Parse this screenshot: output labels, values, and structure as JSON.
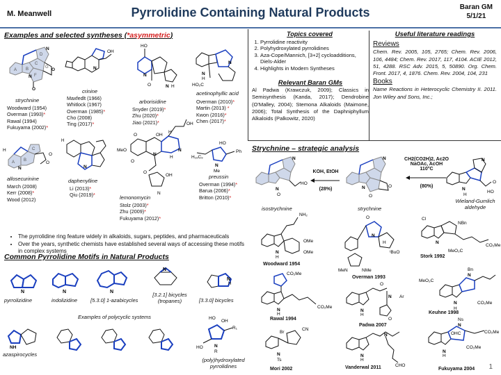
{
  "header": {
    "author": "M. Meanwell",
    "title": "Pyrrolidine Containing Natural Products",
    "group": "Baran GM",
    "date": "5/1/21",
    "page_number": "1"
  },
  "examples": {
    "heading_prefix": "Examples and selected syntheses (",
    "heading_star": "*asymmetric",
    "heading_suffix": ")",
    "strychnine": {
      "name": "strychnine",
      "refs": [
        "Woodward (1954)",
        "Overman (1993)*",
        "Rawal (1994)",
        "Fukuyama (2002)*"
      ]
    },
    "crinine": {
      "name": "crinine",
      "refs": [
        "Maxfedlt (1966)",
        "Whitlock (1967)",
        "Overman (1985)*",
        "Cho (2008)",
        "Ting (2017)*"
      ]
    },
    "arborisidine": {
      "name": "arborisidine",
      "refs": [
        "Snyder (2019)*",
        "Zhu (2020)*",
        "Jiao (2021)*"
      ]
    },
    "acetinophyllic": {
      "name": "acetinophyllic acid",
      "refs": [
        "Overman (2010)*",
        "Martin (2013) *",
        "Kwon (2016)*",
        "Chen (2017)*"
      ]
    },
    "allosecurinine": {
      "name": "allosecurinine",
      "refs": [
        "March (2008)",
        "Kerr (2008)*",
        "Wood (2012)"
      ]
    },
    "daphenylline": {
      "name": "daphenylline",
      "refs": [
        "Li (2013)*",
        "Qiu (2019)*"
      ]
    },
    "lemonomycin": {
      "name": "lemonomycin",
      "refs": [
        "Stolz (2003)*",
        "Zhu (2009)*",
        "Fukuyama (2012)*"
      ]
    },
    "preussin": {
      "name": "preussin",
      "refs": [
        "Overman (1994)*",
        "Barua (2006)*",
        "Britton (2010)*"
      ]
    }
  },
  "topics": {
    "heading": "Topics covered",
    "items": [
      "Pyrrolidine reactivity",
      "Polyhydroxylated pyrrolidines",
      "Aza-Cope/Mannich, [3+2] cycloadditions, Diels-Alder",
      "Highlights in Modern Syntheses"
    ]
  },
  "literature": {
    "heading": "Useful literature readings",
    "reviews_label": "Reviews",
    "reviews_text": "Chem. Rev. 2005, 105, 2765; Chem. Rev. 2006, 106, 4484; Chem. Rev. 2017, 117, 4104. ACIE 2012, 51, 4288. RSC Adv. 2015, 5, 50890. Org. Chem. Front. 2017, 4, 1876. Chem. Rev. 2004, 104, 231",
    "books_label": "Books",
    "books_text": "Name Reactions in Heterocyclic Chemistry II. 2011. Jon Wiley and Sons, Inc.;"
  },
  "gms": {
    "heading": "Relevant Baran GMs",
    "text": "Al Padwa (Krawczuk, 2009); Classics in Semisynthesis (Kanda, 2017); Dendrobine (O'Malley, 2004); Stemona Alkaloids (Maimone, 2006); Total Synthesis of the Daphniphyllum Alkaloids (Palkowitz, 2020)"
  },
  "strategic": {
    "heading": "Strychnine – strategic analysis",
    "isostrychnine": "isostrychnine",
    "strychnine": "strychnine",
    "wieland": "Wieland-Gumlich aldehyde",
    "arrow1_label": "KOH, EtOH",
    "arrow1_yield": "(28%)",
    "arrow2_label1": "CH2(CO2H)2, Ac2O",
    "arrow2_label2": "NaOAc, AcOH",
    "arrow2_label3": "110°C",
    "arrow2_yield": "(80%)",
    "syntheses": [
      "Woodward 1954",
      "Overman 1993",
      "Stork 1992",
      "Rawal 1994",
      "Padwa 2007",
      "Keuhne 1998",
      "Mori 2002",
      "Vanderwal 2011",
      "Fukuyama 2004"
    ]
  },
  "bullets": [
    "The pyrrolidine ring feature widely in alkaloids, sugars, peptides, and pharmaceuticals",
    "Over the years, synthetic chemists have established several ways of accessing these motifs in complex systems"
  ],
  "motifs": {
    "heading": "Common Pyrrolidine Motifs in Natural Products",
    "labels": [
      "pyrrolizidine",
      "indolizidine",
      "[5.3.0] 1-azabicycles",
      "[3.2.1] bicycles (tropanes)",
      "[3.3.0] bicycles"
    ],
    "polycyclic_label": "Examples of polycyclic systems",
    "azaspiro": "azaspirocycles",
    "polyhydroxylated": "(poly)hydroxylated pyrrolidines"
  },
  "colors": {
    "title": "#1f3a5c",
    "accent": "#d42020",
    "ring_blue": "#1a3fbf",
    "rule": "#4a6fa5"
  }
}
